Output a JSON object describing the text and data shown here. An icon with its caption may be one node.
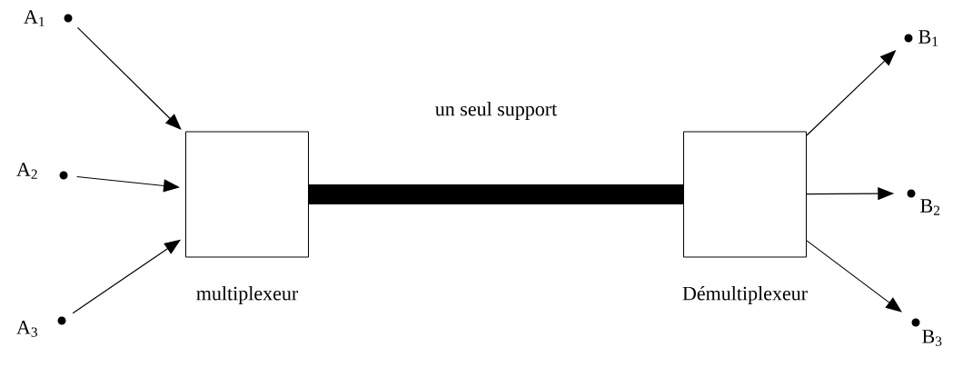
{
  "diagram": {
    "nodes": [
      {
        "text": [
          "A$_{1}$"
        ]
      },
      {
        "text": [
          "A$_{2}$"
        ]
      },
      {
        "text": [
          "A$_{3}$"
        ]
      },
      {
        "text": [
          "multiplexeur"
        ]
      },
      {
        "text": [
          "Démultiplexeur"
        ]
      },
      {
        "text": [
          "B$_{1}$"
        ]
      },
      {
        "text": [
          "B$_{2}$"
        ]
      },
      {
        "text": [
          "B$_{3}$"
        ]
      }
    ],
    "edges": [
      {
        "from": 0,
        "to": 3,
        "arrow": "to"
      },
      {
        "from": 1,
        "to": 3,
        "arrow": "to"
      },
      {
        "from": 2,
        "to": 3,
        "arrow": "to"
      },
      {
        "from": 3,
        "to": 4,
        "arrow": "none",
        "style": "thick",
        "label": "un seul support"
      },
      {
        "from": 4,
        "to": 5,
        "arrow": "to"
      },
      {
        "from": 4,
        "to": 6,
        "arrow": "to"
      },
      {
        "from": 4,
        "to": 7,
        "arrow": "to"
      }
    ]
  }
}
